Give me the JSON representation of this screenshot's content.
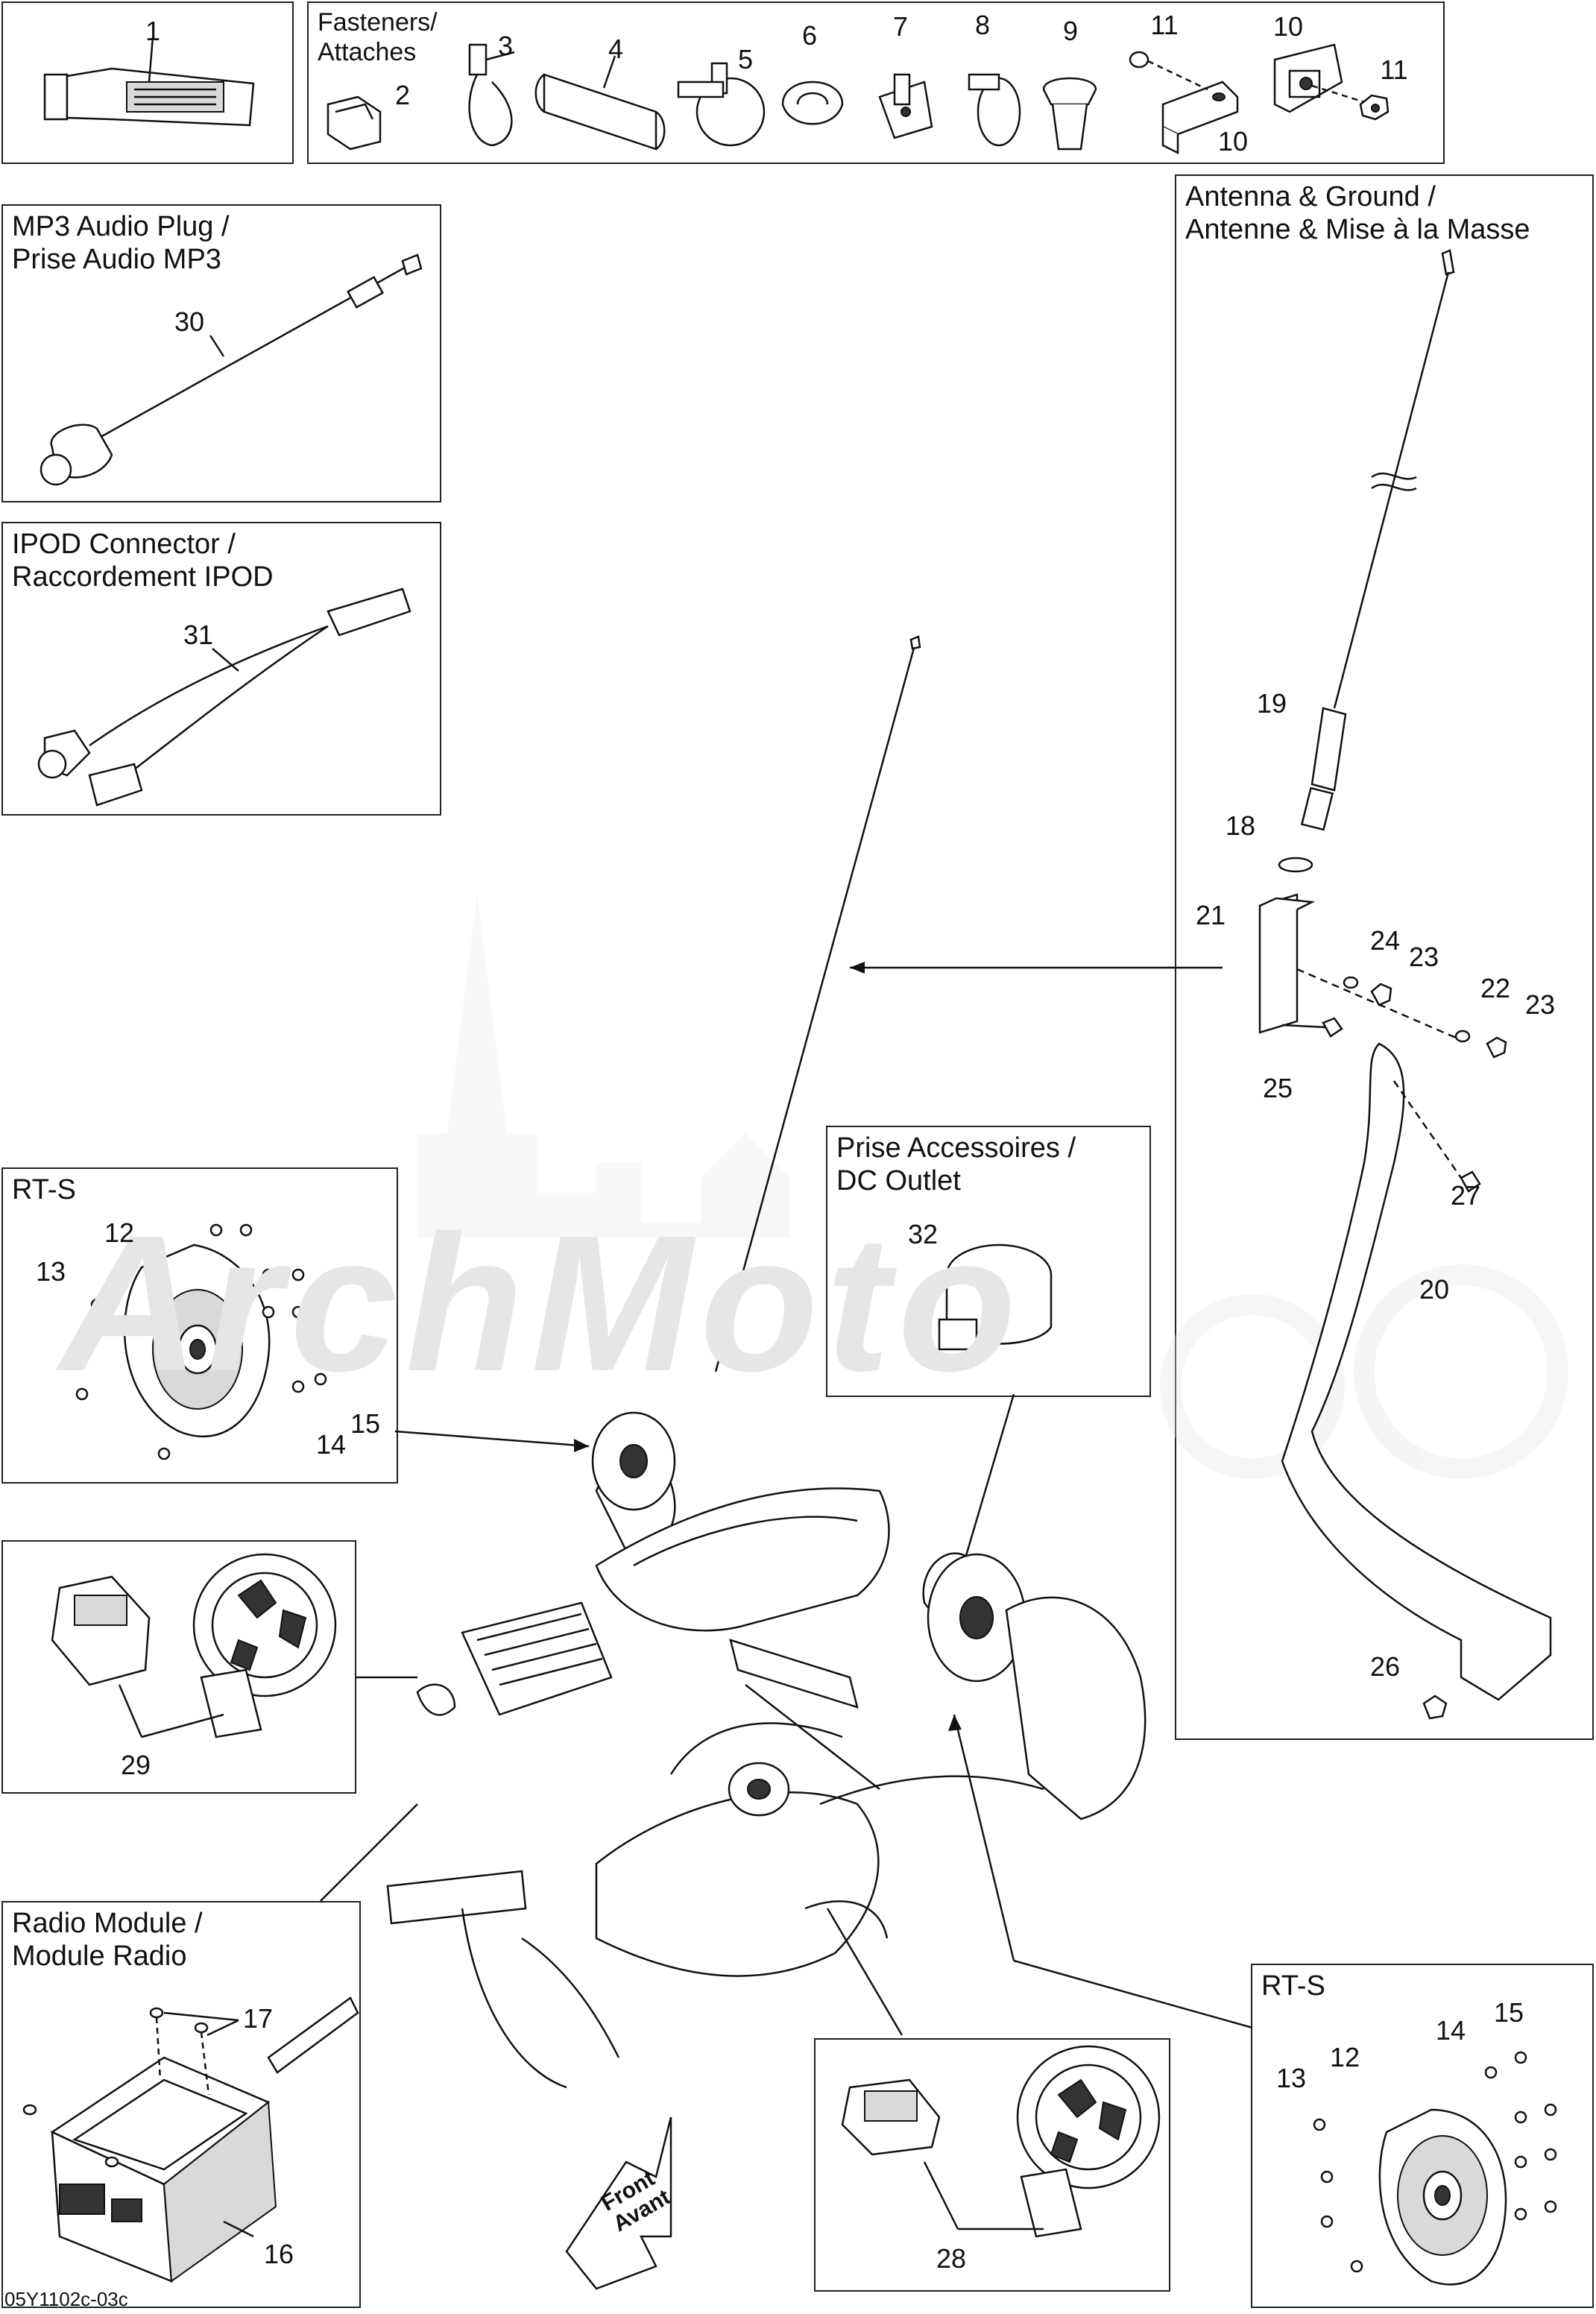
{
  "boxes": {
    "fasteners": "Fasteners/\nAttaches",
    "mp3": "MP3 Audio Plug /\nPrise Audio MP3",
    "ipod": "IPOD Connector /\nRaccordement IPOD",
    "antenna": "Antenna & Ground /\nAntenne & Mise à la Masse",
    "rts_left": "RT-S",
    "dc_outlet": "Prise Accessoires /\nDC Outlet",
    "radio_module": "Radio Module /\nModule Radio",
    "rts_right": "RT-S"
  },
  "callouts": {
    "c1": "1",
    "c2": "2",
    "c3": "3",
    "c4": "4",
    "c5": "5",
    "c6": "6",
    "c7": "7",
    "c8": "8",
    "c9": "9",
    "c10a": "10",
    "c10b": "10",
    "c11a": "11",
    "c11b": "11",
    "c30": "30",
    "c31": "31",
    "c19": "19",
    "c18": "18",
    "c21": "21",
    "c24": "24",
    "c23a": "23",
    "c22": "22",
    "c23b": "23",
    "c25": "25",
    "c27": "27",
    "c20": "20",
    "c26": "26",
    "c12a": "12",
    "c13a": "13",
    "c14a": "14",
    "c15a": "15",
    "c32": "32",
    "c29": "29",
    "c17": "17",
    "c16": "16",
    "c28": "28",
    "c12b": "12",
    "c13b": "13",
    "c14b": "14",
    "c15b": "15"
  },
  "front_label": "Front\nAvant",
  "drawing_code": "05Y1102c-03c",
  "icons": {
    "sealant_tube": "sealant-tube-icon",
    "speaker": "speaker-icon",
    "antenna_mast": "antenna-icon",
    "radio_module": "radio-module-icon",
    "dc_outlet": "dc-outlet-icon",
    "connector": "connector-icon"
  }
}
